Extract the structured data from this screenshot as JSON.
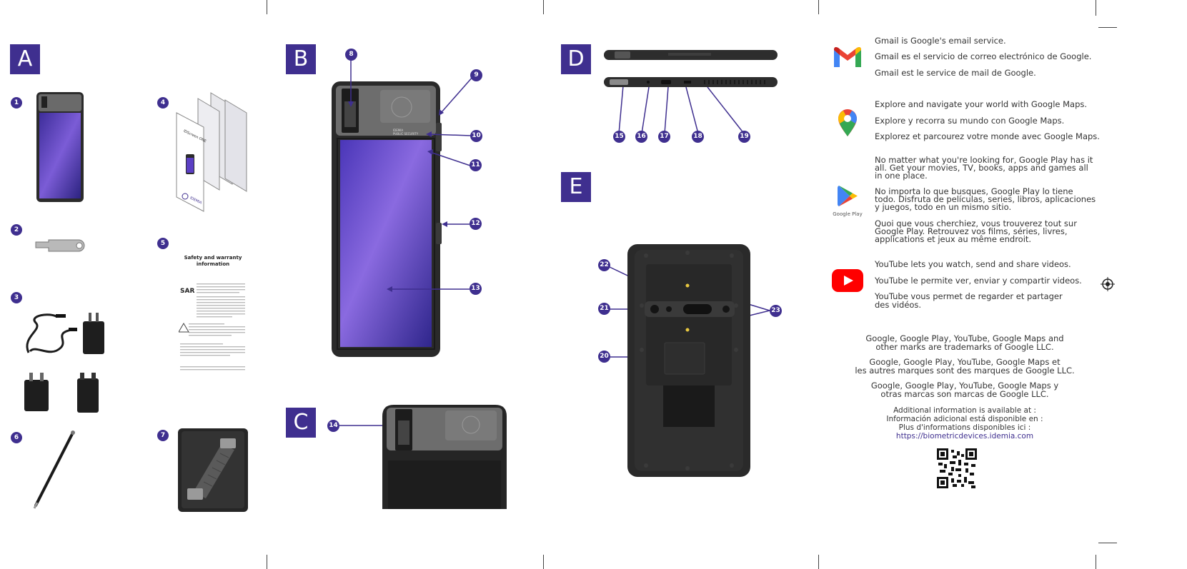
{
  "sections": {
    "a": "A",
    "b": "B",
    "c": "C",
    "d": "D",
    "e": "E"
  },
  "kit_items": {
    "n1": "1",
    "n2": "2",
    "n3": "3",
    "n4": "4",
    "n5": "5",
    "n6": "6",
    "n7": "7"
  },
  "leaflet": {
    "brand_small": "IDScreen ONE",
    "brand_logo": "IDEMIA"
  },
  "safety_doc": {
    "title": "Safety and warranty\ninformation",
    "sar": "SAR"
  },
  "callouts": [
    "8",
    "9",
    "10",
    "11",
    "12",
    "13",
    "14",
    "15",
    "16",
    "17",
    "18",
    "19",
    "20",
    "21",
    "22",
    "23"
  ],
  "device_brand": "IDEMIA\nPUBLIC SECURITY",
  "apps": {
    "gmail": {
      "icon": "gmail-icon",
      "color": "#EA4335",
      "lines": [
        "Gmail is Google's email service.",
        "Gmail es el servicio de correo electrónico de Google.",
        "Gmail est le service de mail de Google."
      ]
    },
    "maps": {
      "icon": "maps-pin-icon",
      "lines": [
        "Explore and navigate your world with Google Maps.",
        "Explore y recorra su mundo con Google Maps.",
        "Explorez et parcourez votre monde avec Google Maps."
      ]
    },
    "play": {
      "icon": "google-play-icon",
      "label": "Google Play",
      "lines": [
        "No matter what you're looking for, Google Play has it\nall. Get your movies, TV, books, apps and games all\nin one place.",
        "No importa lo que busques, Google Play lo tiene\ntodo. Disfruta de películas, series, libros, aplicaciones\ny juegos, todo en un mismo sitio.",
        "Quoi que vous cherchiez, vous trouverez tout sur\nGoogle Play. Retrouvez vos films, séries, livres,\napplications et jeux au même endroit."
      ]
    },
    "youtube": {
      "icon": "youtube-icon",
      "color": "#FF0000",
      "lines": [
        "YouTube lets you watch, send and share videos.",
        "YouTube le permite ver, enviar y compartir videos.",
        "YouTube vous permet de regarder et partager\ndes vidéos."
      ]
    }
  },
  "trademarks": [
    "Google, Google Play, YouTube, Google Maps and\nother marks are trademarks of Google LLC.",
    "Google, Google Play, YouTube, Google Maps et\nles autres marques sont des marques de Google LLC.",
    "Google, Google Play, YouTube, Google Maps y\notras marcas son marcas de Google LLC."
  ],
  "additional_info": {
    "en": "Additional information is available at :",
    "es": "Información adicional está disponible en :",
    "fr": "Plus d'informations disponibles ici :",
    "url": "https://biometricdevices.idemia.com"
  },
  "colors": {
    "accent": "#3f2f8f",
    "device": "#2a2a2a"
  }
}
